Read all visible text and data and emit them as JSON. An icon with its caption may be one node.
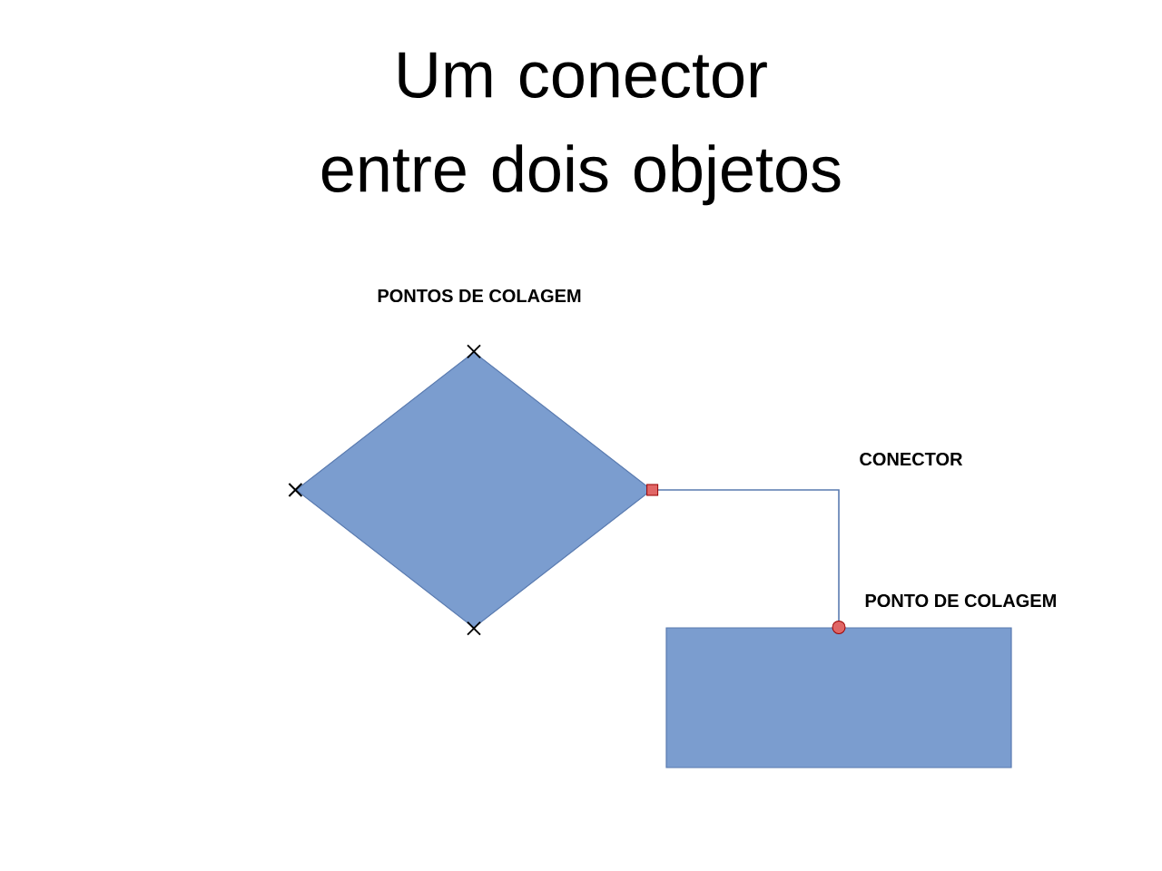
{
  "diagram": {
    "title": "Um conector entre dois objetos",
    "nodes": [
      {
        "text": [],
        "shape": "diamond"
      },
      {
        "text": [],
        "shape": "box"
      }
    ],
    "edges": [
      {
        "from": 0,
        "to": 1,
        "arrow": "other"
      }
    ],
    "labels": [
      "PONTOS DE COLAGEM",
      "CONECTOR",
      "PONTO DE COLAGEM"
    ]
  }
}
